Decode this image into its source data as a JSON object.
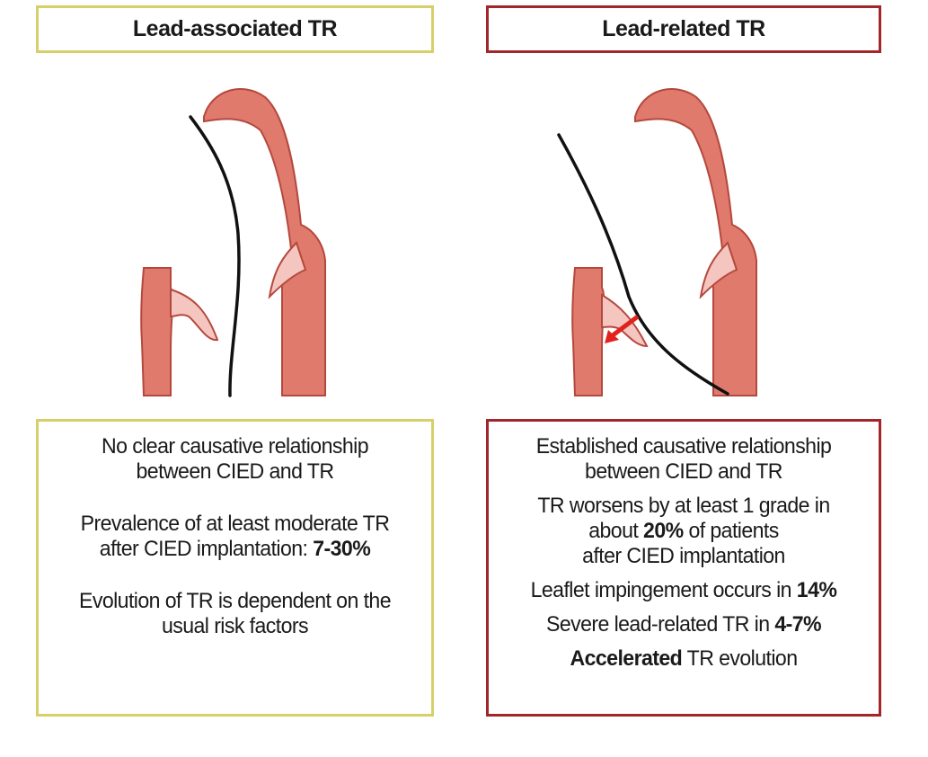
{
  "left": {
    "header": "Lead-associated TR",
    "border_color": "#d6cf6a",
    "paragraphs": [
      {
        "lines": [
          {
            "text": "No clear causative relationship",
            "bold": ""
          },
          {
            "text": "between CIED and TR",
            "bold": ""
          }
        ]
      },
      {
        "lines": [
          {
            "text": "Prevalence of at least moderate TR",
            "bold": ""
          },
          {
            "text": "after CIED implantation: ",
            "bold": "7-30%"
          }
        ]
      },
      {
        "lines": [
          {
            "text": "Evolution of TR is dependent on the",
            "bold": ""
          },
          {
            "text": "usual risk factors",
            "bold": ""
          }
        ]
      }
    ]
  },
  "right": {
    "header": "Lead-related TR",
    "border_color": "#a2262a",
    "paragraphs": [
      {
        "lines": [
          {
            "text": "Established causative relationship",
            "bold": ""
          },
          {
            "text": "between CIED and TR",
            "bold": ""
          }
        ]
      },
      {
        "lines": [
          {
            "text": "TR worsens by at least 1 grade in",
            "bold": ""
          },
          {
            "pre": "about ",
            "bold": "20%",
            "post": " of patients"
          },
          {
            "text": "after CIED implantation",
            "bold": ""
          }
        ]
      },
      {
        "lines": [
          {
            "pre": "Leaflet impingement occurs in ",
            "bold": "14%",
            "post": ""
          }
        ]
      },
      {
        "lines": [
          {
            "pre": "Severe lead-related TR in ",
            "bold": "4-7%",
            "post": ""
          }
        ]
      },
      {
        "lines": [
          {
            "pre": "",
            "bold": "Accelerated",
            "post": " TR evolution"
          }
        ]
      }
    ]
  },
  "colors": {
    "vessel_fill": "#e07a6c",
    "vessel_stroke": "#b5483e",
    "leaflet_fill": "#f4c6bf",
    "lead": "#111111",
    "arrow": "#e0231c"
  },
  "icons": [
    "heart-vessel-diagram",
    "pacemaker-lead",
    "impingement-arrow"
  ]
}
